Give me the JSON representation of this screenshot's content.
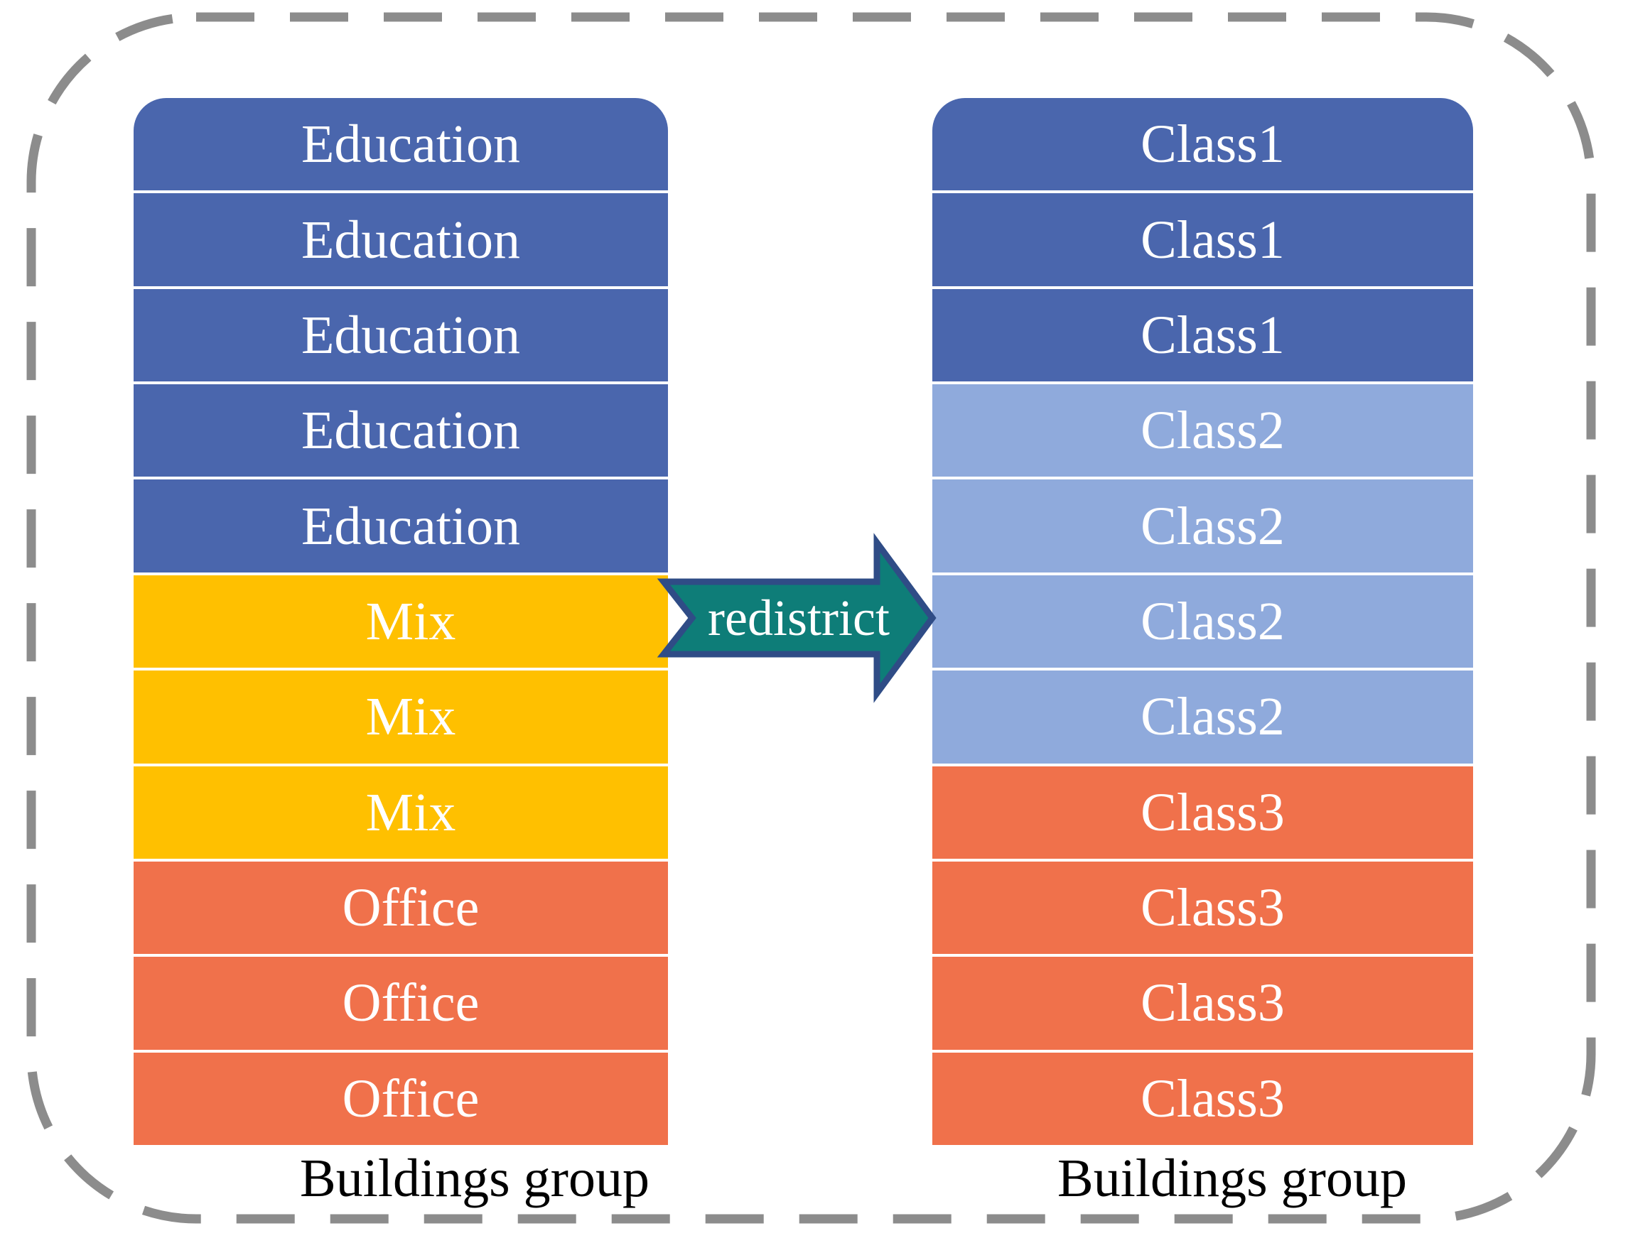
{
  "figure": {
    "left_group": {
      "caption": "Buildings group",
      "boxes": [
        {
          "label": "Education"
        },
        {
          "label": "Education"
        },
        {
          "label": "Education"
        },
        {
          "label": "Education"
        },
        {
          "label": "Education"
        },
        {
          "label": "Mix"
        },
        {
          "label": "Mix"
        },
        {
          "label": "Mix"
        },
        {
          "label": "Office"
        },
        {
          "label": "Office"
        },
        {
          "label": "Office"
        }
      ]
    },
    "right_group": {
      "caption": "Buildings group",
      "boxes": [
        {
          "label": "Class1"
        },
        {
          "label": "Class1"
        },
        {
          "label": "Class1"
        },
        {
          "label": "Class2"
        },
        {
          "label": "Class2"
        },
        {
          "label": "Class2"
        },
        {
          "label": "Class2"
        },
        {
          "label": "Class3"
        },
        {
          "label": "Class3"
        },
        {
          "label": "Class3"
        },
        {
          "label": "Class3"
        }
      ]
    },
    "arrow_label": "redistrict"
  },
  "colors": {
    "education_blue": "#4A66AD",
    "mix_gold": "#FFC000",
    "office_orange": "#F0714B",
    "class1_blue": "#4A66AD",
    "class2_light_blue": "#8FAADC",
    "class3_orange": "#F0714B",
    "arrow_fill": "#0E7D78",
    "arrow_outline": "#2F4C86",
    "border_gray": "#8C8C8C",
    "box_text": "#FFFFFF",
    "caption_text": "#000000"
  }
}
